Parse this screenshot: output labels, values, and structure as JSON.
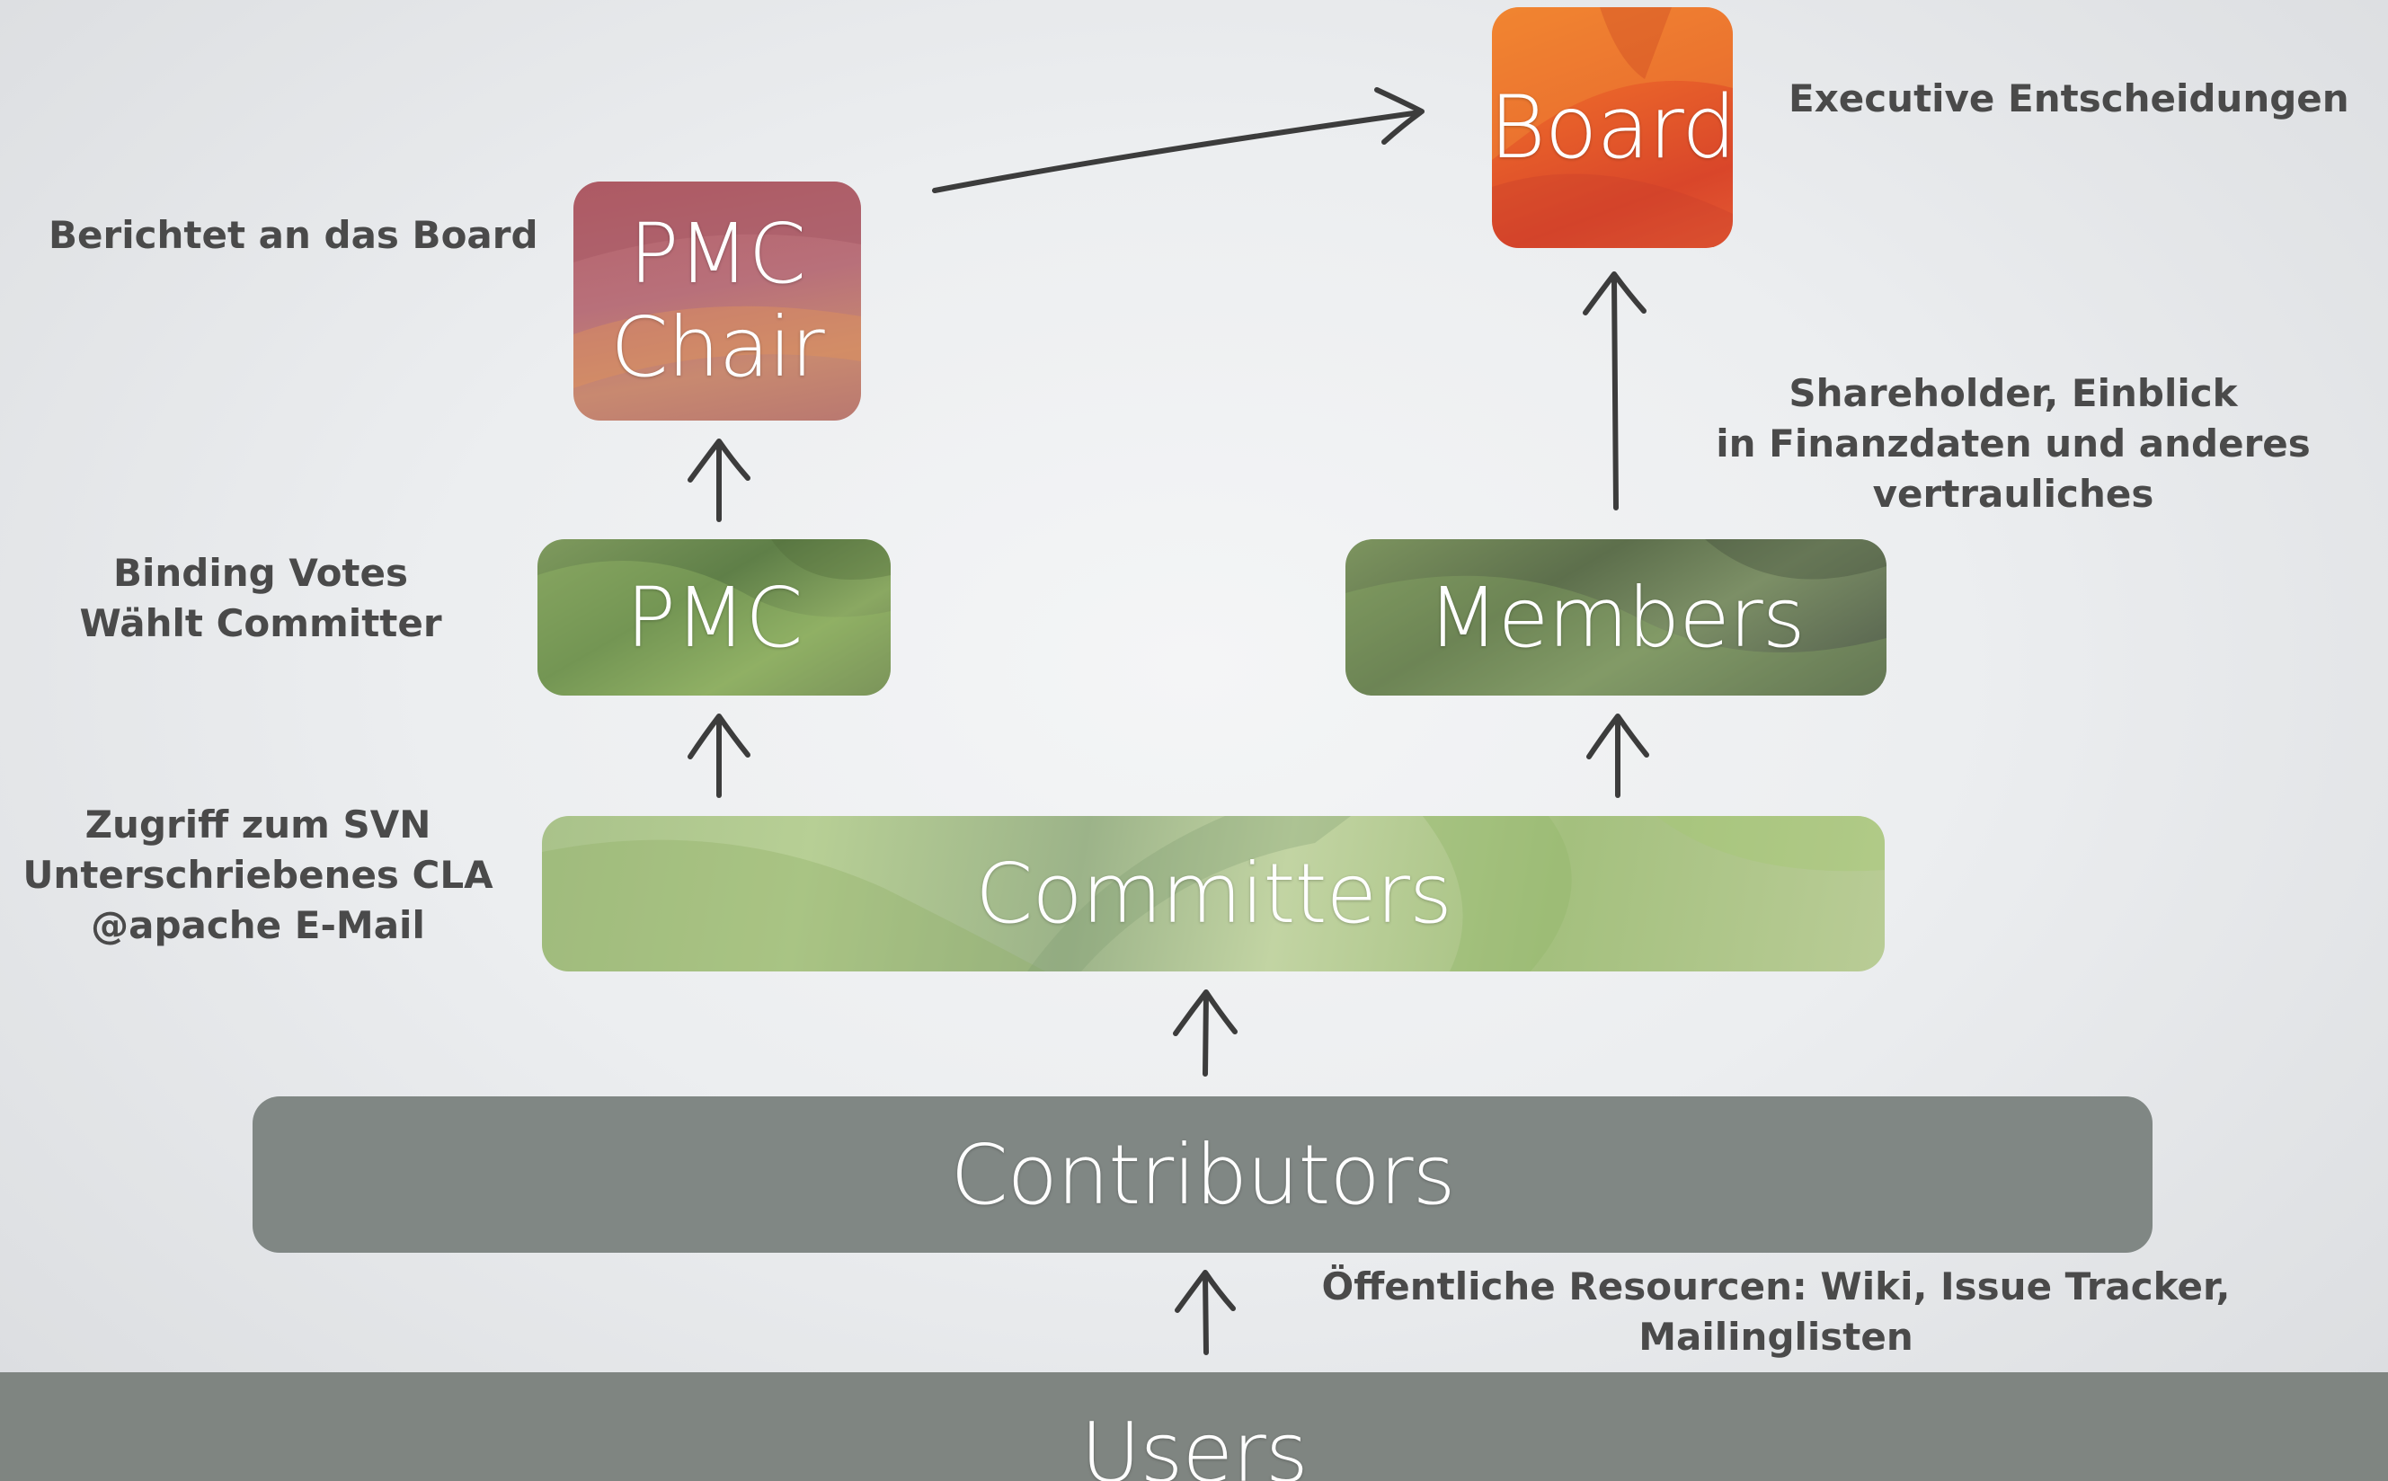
{
  "boxes": {
    "board": "Board",
    "pmc_chair_line1": "PMC",
    "pmc_chair_line2": "Chair",
    "pmc": "PMC",
    "members": "Members",
    "committers": "Committers",
    "contributors": "Contributors",
    "users": "Users"
  },
  "notes": {
    "board": "Executive Entscheidungen",
    "pmc_chair": "Berichtet an das Board",
    "pmc": [
      "Binding Votes",
      "Wählt Committer"
    ],
    "members": [
      "Shareholder, Einblick",
      "in Finanzdaten und anderes",
      "vertrauliches"
    ],
    "committers": [
      "Zugriff zum SVN",
      "Unterschriebenes CLA",
      "@apache E-Mail"
    ],
    "users": [
      "Öffentliche Resourcen: Wiki, Issue Tracker,",
      "Mailinglisten"
    ]
  },
  "colors": {
    "board": "#e4582a",
    "pmc_chair": "#b26a72",
    "pmc": "#6d8a55",
    "members": "#6b7d5c",
    "committers": "#a7bf8a",
    "contributors": "#808784",
    "users": "#7f8581",
    "note_text": "#4a4a4a",
    "arrow": "#3c3c3c"
  }
}
